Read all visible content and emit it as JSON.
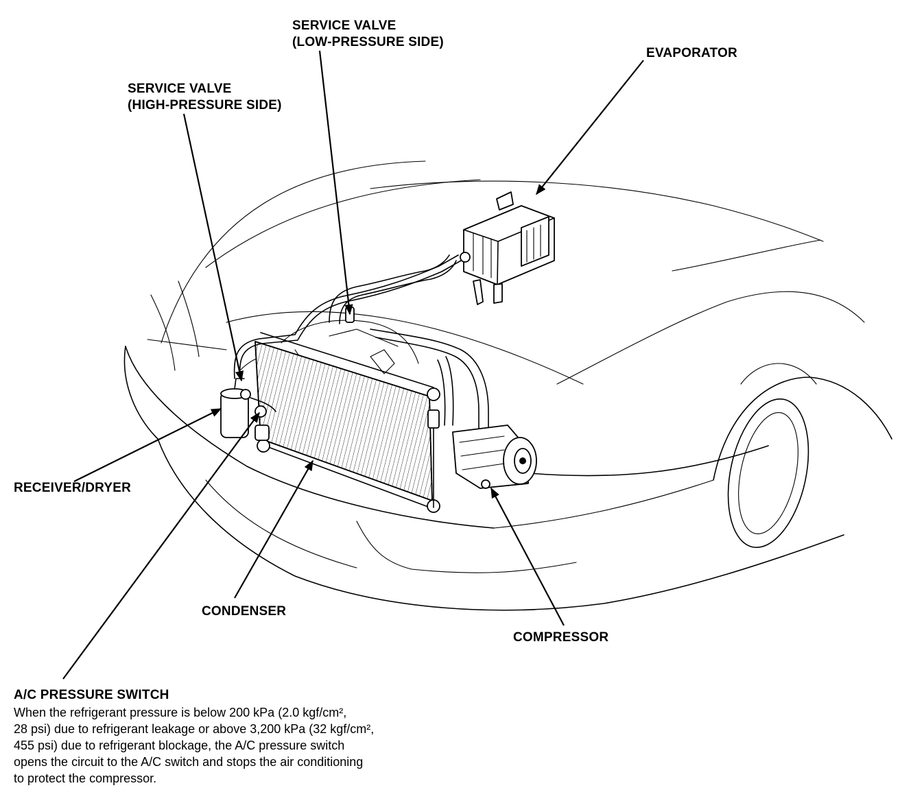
{
  "labels": {
    "service_valve_low": [
      "SERVICE VALVE",
      "(LOW-PRESSURE SIDE)"
    ],
    "service_valve_high": [
      "SERVICE VALVE",
      "(HIGH-PRESSURE SIDE)"
    ],
    "evaporator": "EVAPORATOR",
    "receiver_dryer": "RECEIVER/DRYER",
    "condenser": "CONDENSER",
    "compressor": "COMPRESSOR",
    "ac_pressure_switch": {
      "title": "A/C PRESSURE SWITCH",
      "lines": [
        "When the refrigerant pressure is below 200 kPa (2.0 kgf/cm², ",
        "28 psi) due to refrigerant leakage or above 3,200 kPa (32 kgf/cm², ",
        "455 psi) due to refrigerant blockage, the A/C pressure switch",
        "opens the circuit to the A/C switch and stops the air conditioning",
        "to protect the compressor."
      ]
    }
  }
}
